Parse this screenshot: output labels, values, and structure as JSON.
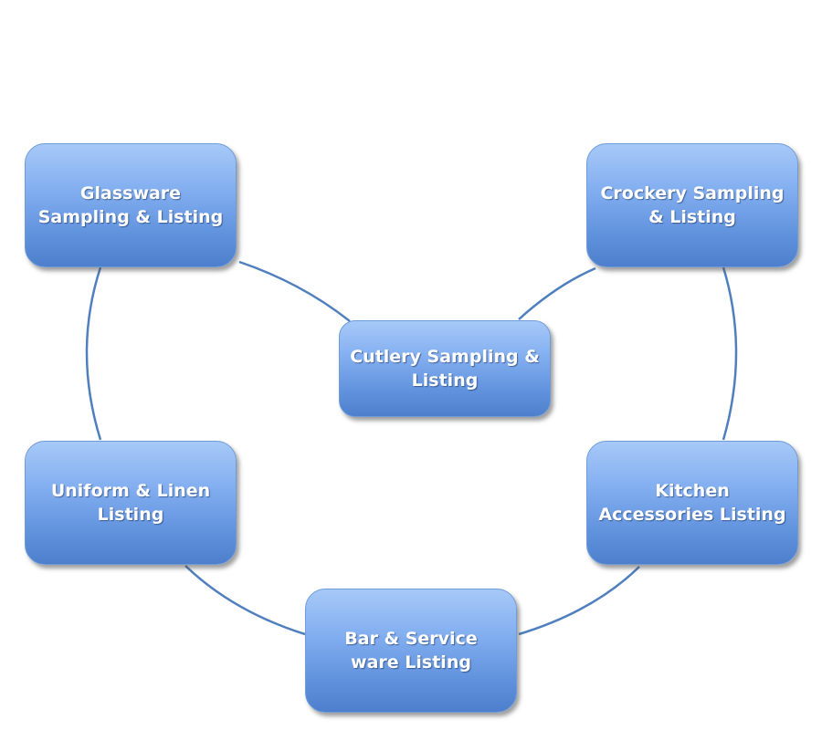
{
  "diagram": {
    "nodes": [
      {
        "id": "glassware",
        "label": "Glassware\nSampling & Listing"
      },
      {
        "id": "crockery",
        "label": "Crockery Sampling\n& Listing"
      },
      {
        "id": "cutlery",
        "label": "Cutlery Sampling &\nListing"
      },
      {
        "id": "uniform",
        "label": "Uniform & Linen\nListing"
      },
      {
        "id": "kitchen",
        "label": "Kitchen\nAccessories Listing"
      },
      {
        "id": "bar",
        "label": "Bar & Service\nware Listing"
      }
    ],
    "connections": [
      [
        "glassware",
        "cutlery"
      ],
      [
        "cutlery",
        "crockery"
      ],
      [
        "crockery",
        "kitchen"
      ],
      [
        "kitchen",
        "bar"
      ],
      [
        "bar",
        "uniform"
      ],
      [
        "uniform",
        "glassware"
      ]
    ],
    "colors": {
      "node_top": "#a7c9f8",
      "node_bottom": "#4d7fcc",
      "connector": "#4f7fbf",
      "text": "#ffffff"
    }
  }
}
